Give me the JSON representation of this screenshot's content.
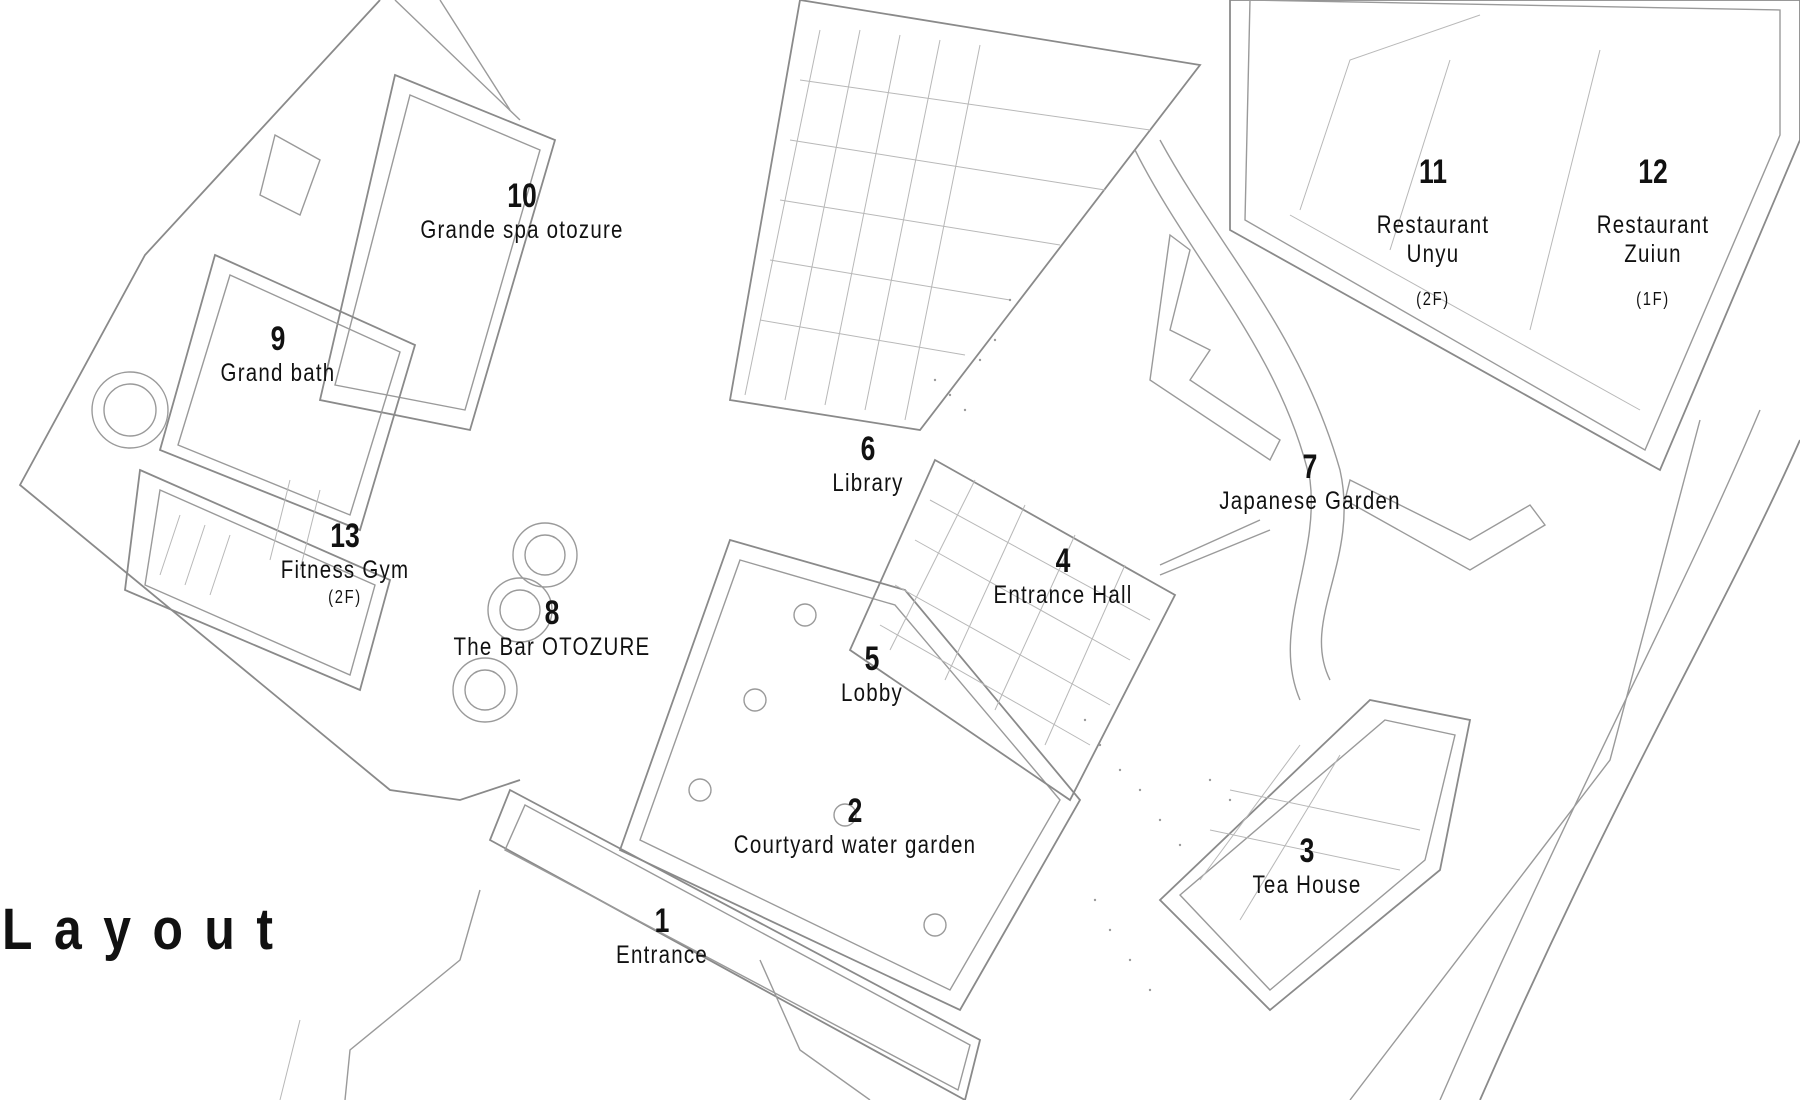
{
  "title": "Layout",
  "rooms": [
    {
      "id": "r1",
      "number": "1",
      "name": "Entrance",
      "floor": ""
    },
    {
      "id": "r2",
      "number": "2",
      "name": "Courtyard water garden",
      "floor": ""
    },
    {
      "id": "r3",
      "number": "3",
      "name": "Tea House",
      "floor": ""
    },
    {
      "id": "r4",
      "number": "4",
      "name": "Entrance Hall",
      "floor": ""
    },
    {
      "id": "r5",
      "number": "5",
      "name": "Lobby",
      "floor": ""
    },
    {
      "id": "r6",
      "number": "6",
      "name": "Library",
      "floor": ""
    },
    {
      "id": "r7",
      "number": "7",
      "name": "Japanese Garden",
      "floor": ""
    },
    {
      "id": "r8",
      "number": "8",
      "name": "The Bar OTOZURE",
      "floor": ""
    },
    {
      "id": "r9",
      "number": "9",
      "name": "Grand bath",
      "floor": ""
    },
    {
      "id": "r10",
      "number": "10",
      "name": "Grande spa otozure",
      "floor": ""
    },
    {
      "id": "r11",
      "number": "11",
      "name": "Restaurant\nUnyu",
      "floor": "(2F)"
    },
    {
      "id": "r12",
      "number": "12",
      "name": "Restaurant\nZuiun",
      "floor": "(1F)"
    },
    {
      "id": "r13",
      "number": "13",
      "name": "Fitness Gym",
      "floor": "(2F)"
    }
  ]
}
